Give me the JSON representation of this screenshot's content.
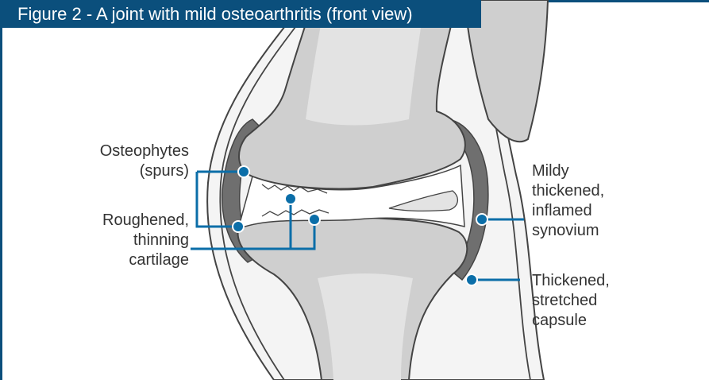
{
  "title": "Figure 2 - A joint with mild osteoarthritis (front view)",
  "labels": {
    "osteophytes": [
      "Osteophytes",
      "(spurs)"
    ],
    "cartilage": [
      "Roughened,",
      "thinning",
      "cartilage"
    ],
    "synovium": [
      "Mildy",
      "thickened,",
      "inflamed",
      "synovium"
    ],
    "capsule": [
      "Thickened,",
      "stretched",
      "capsule"
    ]
  },
  "colors": {
    "frame": "#0b4f7c",
    "bone": "#cfcfcf",
    "marrow": "#e3e3e3",
    "synovium": "#6f6f6f",
    "outline": "#444444",
    "callout": "#0b6ea8"
  }
}
